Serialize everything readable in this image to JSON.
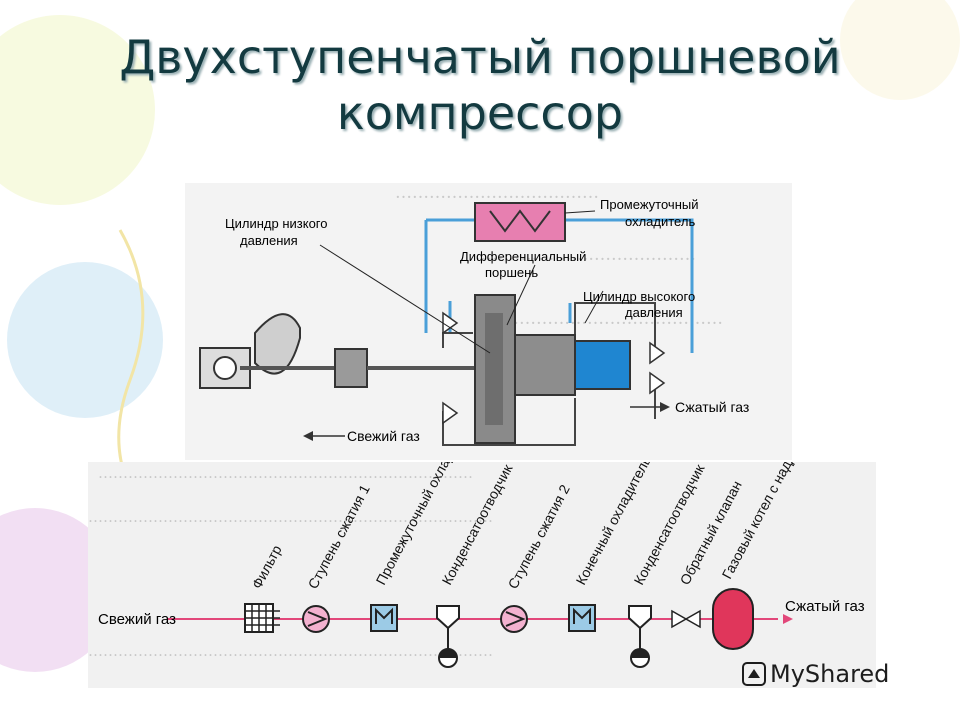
{
  "slide": {
    "title_line1": "Двухступенчатый поршневой",
    "title_line2": "компрессор"
  },
  "top_diagram": {
    "labels": {
      "low_pressure_cylinder_1": "Цилиндр низкого",
      "low_pressure_cylinder_2": "давления",
      "intercooler_1": "Промежуточный",
      "intercooler_2": "охладитель",
      "differential_piston_1": "Дифференциальный",
      "differential_piston_2": "поршень",
      "high_pressure_cylinder_1": "Цилиндр высокого",
      "high_pressure_cylinder_2": "давления",
      "compressed_gas": "Сжатый газ",
      "fresh_gas": "Свежий газ"
    }
  },
  "bottom_diagram": {
    "inlet_label": "Свежий газ",
    "outlet_label": "Сжатый газ",
    "stages": [
      "Фильтр",
      "Ступень сжатия 1",
      "Промежуточный охладитель",
      "Конденсатоотводчик",
      "Ступень сжатия 2",
      "Конечный охладитель",
      "Конденсатоотводчик",
      "Обратный клапан",
      "Газовый котел с наддувом"
    ]
  },
  "watermark": {
    "brand": "MyShared"
  },
  "colors": {
    "title": "#133a40",
    "line_blue": "#4a9fd8",
    "cooler_pink": "#e77fb0",
    "cylinder_blue": "#1f86d1",
    "boiler_red": "#e0365b",
    "arrow_red": "#e2477a",
    "gray_body": "#8a8a8a"
  }
}
